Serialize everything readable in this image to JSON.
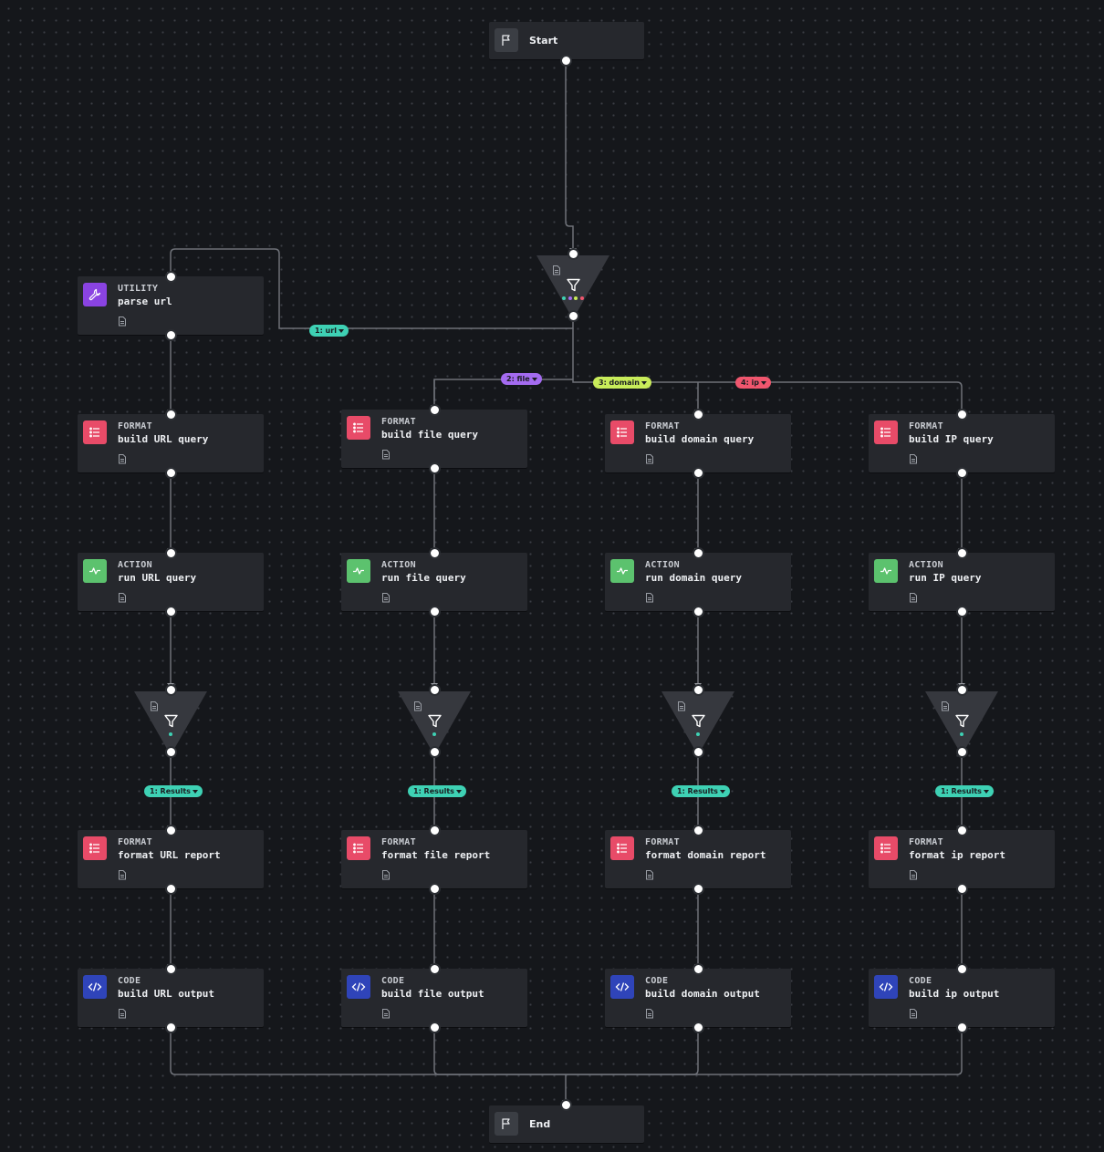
{
  "start": {
    "label": "Start"
  },
  "end": {
    "label": "End"
  },
  "utility": {
    "kind": "UTILITY",
    "name": "parse url"
  },
  "filter_branches": [
    {
      "label": "1: url",
      "color": "#3ed1b4"
    },
    {
      "label": "2: file",
      "color": "#a46bf0"
    },
    {
      "label": "3: domain",
      "color": "#c8ec5a"
    },
    {
      "label": "4: ip",
      "color": "#f0566e"
    }
  ],
  "results_label": "1: Results",
  "results_color": "#3ed1b4",
  "colors": {
    "format": "#e84b68",
    "action": "#5cc26e",
    "code": "#2f44b9",
    "utility": "#8a43e2",
    "terminal": "#3b3e44"
  },
  "icons": {
    "start_end": "flag-icon",
    "format": "list-icon",
    "action": "activity-icon",
    "code": "code-icon",
    "utility": "wrench-icon",
    "filter": "funnel-icon",
    "doc": "document-icon"
  },
  "columns": [
    {
      "key": "url",
      "build": {
        "kind": "FORMAT",
        "name": "build URL query"
      },
      "run": {
        "kind": "ACTION",
        "name": "run URL query"
      },
      "report": {
        "kind": "FORMAT",
        "name": "format URL report"
      },
      "output": {
        "kind": "CODE",
        "name": "build URL output"
      }
    },
    {
      "key": "file",
      "build": {
        "kind": "FORMAT",
        "name": "build file query"
      },
      "run": {
        "kind": "ACTION",
        "name": "run file query"
      },
      "report": {
        "kind": "FORMAT",
        "name": "format file report"
      },
      "output": {
        "kind": "CODE",
        "name": "build file output"
      }
    },
    {
      "key": "domain",
      "build": {
        "kind": "FORMAT",
        "name": "build domain query"
      },
      "run": {
        "kind": "ACTION",
        "name": "run domain query"
      },
      "report": {
        "kind": "FORMAT",
        "name": "format domain report"
      },
      "output": {
        "kind": "CODE",
        "name": "build domain output"
      }
    },
    {
      "key": "ip",
      "build": {
        "kind": "FORMAT",
        "name": "build IP query"
      },
      "run": {
        "kind": "ACTION",
        "name": "run IP query"
      },
      "report": {
        "kind": "FORMAT",
        "name": "format ip report"
      },
      "output": {
        "kind": "CODE",
        "name": "build ip output"
      }
    }
  ]
}
